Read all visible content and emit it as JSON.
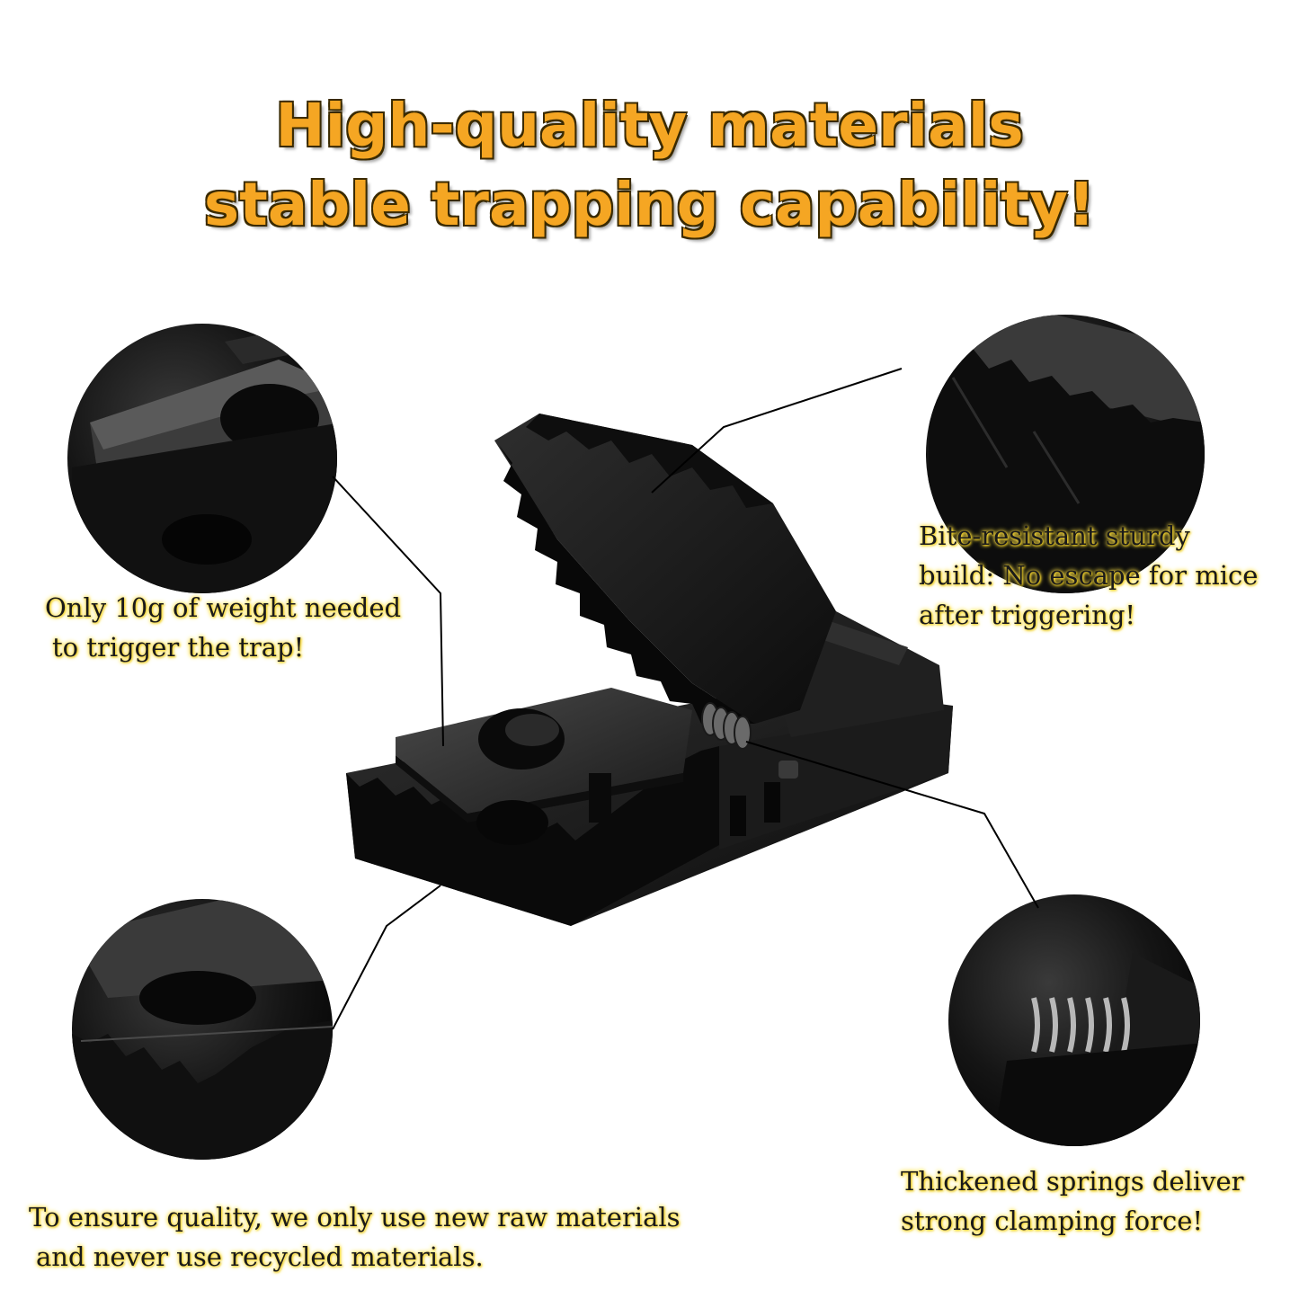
{
  "headline": {
    "line1": "High-quality materials",
    "line2": "stable trapping capability!"
  },
  "captions": {
    "trigger": {
      "line1": "Only 10g of weight needed",
      "line2": "to trigger the trap!"
    },
    "bite": {
      "line1": "Bite-resistant sturdy",
      "line2": "build: No escape for mice",
      "line3": "after triggering!"
    },
    "materials": {
      "line1": "To ensure quality, we only use new raw materials",
      "line2": "and never use recycled materials."
    },
    "springs": {
      "line1": "Thickened springs deliver",
      "line2": "strong clamping force!"
    }
  },
  "colors": {
    "headline": "#f5a623",
    "caption_glow": "#ffe14a",
    "trap_body": "#141414"
  }
}
